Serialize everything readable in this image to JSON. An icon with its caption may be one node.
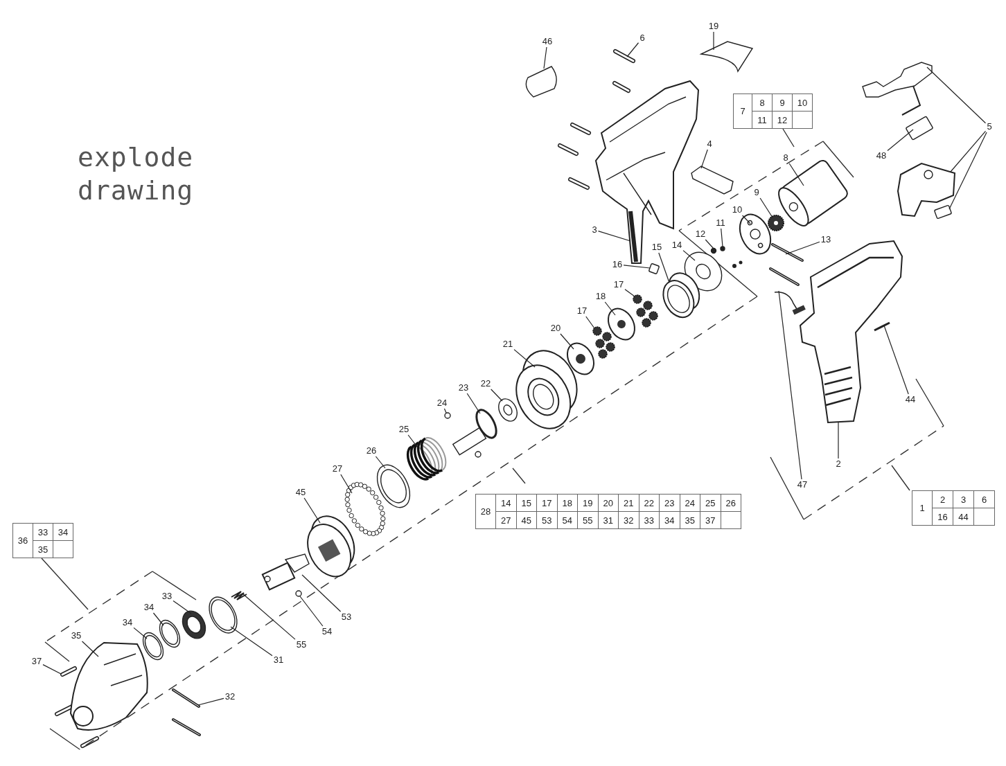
{
  "diagram": {
    "title": "explode drawing",
    "nodes": [
      {
        "text": [
          "19"
        ]
      },
      {
        "text": [
          "6"
        ]
      },
      {
        "text": [
          "46"
        ]
      },
      {
        "text": [
          "5"
        ]
      },
      {
        "text": [
          "4"
        ]
      },
      {
        "text": [
          "48"
        ]
      },
      {
        "text": [
          "8"
        ]
      },
      {
        "text": [
          "9"
        ]
      },
      {
        "text": [
          "10"
        ]
      },
      {
        "text": [
          "11"
        ]
      },
      {
        "text": [
          "3"
        ]
      },
      {
        "text": [
          "12"
        ]
      },
      {
        "text": [
          "13"
        ]
      },
      {
        "text": [
          "14"
        ]
      },
      {
        "text": [
          "15"
        ]
      },
      {
        "text": [
          "16"
        ]
      },
      {
        "text": [
          "17"
        ]
      },
      {
        "text": [
          "18"
        ]
      },
      {
        "text": [
          "17"
        ]
      },
      {
        "text": [
          "20"
        ]
      },
      {
        "text": [
          "21"
        ]
      },
      {
        "text": [
          "22"
        ]
      },
      {
        "text": [
          "23"
        ]
      },
      {
        "text": [
          "24"
        ]
      },
      {
        "text": [
          "44"
        ]
      },
      {
        "text": [
          "25"
        ]
      },
      {
        "text": [
          "26"
        ]
      },
      {
        "text": [
          "2"
        ]
      },
      {
        "text": [
          "27"
        ]
      },
      {
        "text": [
          "47"
        ]
      },
      {
        "text": [
          "45"
        ]
      },
      {
        "text": [
          "33"
        ]
      },
      {
        "text": [
          "34"
        ]
      },
      {
        "text": [
          "53"
        ]
      },
      {
        "text": [
          "34"
        ]
      },
      {
        "text": [
          "54"
        ]
      },
      {
        "text": [
          "35"
        ]
      },
      {
        "text": [
          "55"
        ]
      },
      {
        "text": [
          "31"
        ]
      },
      {
        "text": [
          "37"
        ]
      },
      {
        "text": [
          "32"
        ]
      },
      {
        "text": [],
        "shape": "picture"
      },
      {
        "text": [],
        "shape": "picture"
      },
      {
        "text": [],
        "shape": "picture"
      },
      {
        "text": [],
        "shape": "picture"
      },
      {
        "text": [],
        "shape": "picture"
      },
      {
        "text": [],
        "shape": "box"
      },
      {
        "text": [],
        "shape": "picture"
      },
      {
        "text": [],
        "shape": "picture"
      },
      {
        "text": [],
        "shape": "picture"
      },
      {
        "text": [],
        "shape": "box"
      },
      {
        "text": [],
        "shape": "picture"
      },
      {
        "text": [],
        "shape": "picture"
      },
      {
        "text": [],
        "shape": "picture"
      },
      {
        "text": [],
        "shape": "circle"
      },
      {
        "text": [],
        "shape": "circle"
      },
      {
        "text": [],
        "shape": "picture"
      },
      {
        "text": [],
        "shape": "box"
      },
      {
        "text": [],
        "shape": "picture"
      },
      {
        "text": [],
        "shape": "picture"
      },
      {
        "text": [],
        "shape": "picture"
      },
      {
        "text": [],
        "shape": "picture"
      },
      {
        "text": [],
        "shape": "picture"
      },
      {
        "text": [],
        "shape": "picture"
      },
      {
        "text": [],
        "shape": "picture"
      },
      {
        "text": [],
        "shape": "picture"
      },
      {
        "text": [],
        "shape": "picture"
      },
      {
        "text": [],
        "shape": "picture"
      },
      {
        "text": [],
        "shape": "picture"
      },
      {
        "text": [],
        "shape": "circle"
      },
      {
        "text": [],
        "shape": "picture"
      },
      {
        "text": [],
        "shape": "picture"
      },
      {
        "text": [],
        "shape": "picture"
      },
      {
        "text": [],
        "shape": "picture"
      },
      {
        "text": [],
        "shape": "picture"
      },
      {
        "text": [],
        "shape": "circle"
      },
      {
        "text": [],
        "shape": "picture"
      },
      {
        "text": [],
        "shape": "picture"
      },
      {
        "text": [],
        "shape": "picture"
      },
      {
        "text": [],
        "shape": "picture"
      },
      {
        "text": [],
        "shape": "picture"
      },
      {
        "text": [],
        "shape": "picture"
      },
      {
        "text": [],
        "shape": "picture"
      },
      {
        "text": [],
        "shape": "picture"
      }
    ],
    "edges": [
      {
        "from": 0,
        "to": 41,
        "arrow": "none"
      },
      {
        "from": 1,
        "to": 42,
        "arrow": "none"
      },
      {
        "from": 2,
        "to": 44,
        "arrow": "none"
      },
      {
        "from": 3,
        "to": 43,
        "arrow": "none"
      },
      {
        "from": 3,
        "to": 48,
        "arrow": "none"
      },
      {
        "from": 3,
        "to": 50,
        "arrow": "none"
      },
      {
        "from": 4,
        "to": 47,
        "arrow": "none"
      },
      {
        "from": 5,
        "to": 46,
        "arrow": "none"
      },
      {
        "from": 6,
        "to": 49,
        "arrow": "none"
      },
      {
        "from": 7,
        "to": 52,
        "arrow": "none"
      },
      {
        "from": 8,
        "to": 51,
        "arrow": "none"
      },
      {
        "from": 9,
        "to": 54,
        "arrow": "none"
      },
      {
        "from": 10,
        "to": 45,
        "arrow": "none"
      },
      {
        "from": 11,
        "to": 55,
        "arrow": "none"
      },
      {
        "from": 12,
        "to": 53,
        "arrow": "none"
      },
      {
        "from": 13,
        "to": 56,
        "arrow": "none"
      },
      {
        "from": 14,
        "to": 58,
        "arrow": "none"
      },
      {
        "from": 15,
        "to": 57,
        "arrow": "none"
      },
      {
        "from": 16,
        "to": 61,
        "arrow": "none"
      },
      {
        "from": 17,
        "to": 62,
        "arrow": "none"
      },
      {
        "from": 18,
        "to": 64,
        "arrow": "none"
      },
      {
        "from": 19,
        "to": 65,
        "arrow": "none"
      },
      {
        "from": 20,
        "to": 66,
        "arrow": "none"
      },
      {
        "from": 21,
        "to": 67,
        "arrow": "none"
      },
      {
        "from": 22,
        "to": 68,
        "arrow": "none"
      },
      {
        "from": 23,
        "to": 69,
        "arrow": "none"
      },
      {
        "from": 24,
        "to": 63,
        "arrow": "none"
      },
      {
        "from": 25,
        "to": 70,
        "arrow": "none"
      },
      {
        "from": 26,
        "to": 71,
        "arrow": "none"
      },
      {
        "from": 27,
        "to": 60,
        "arrow": "none"
      },
      {
        "from": 28,
        "to": 72,
        "arrow": "none"
      },
      {
        "from": 29,
        "to": 59,
        "arrow": "none"
      },
      {
        "from": 30,
        "to": 73,
        "arrow": "none"
      },
      {
        "from": 31,
        "to": 78,
        "arrow": "none"
      },
      {
        "from": 32,
        "to": 79,
        "arrow": "none"
      },
      {
        "from": 33,
        "to": 74,
        "arrow": "none"
      },
      {
        "from": 34,
        "to": 80,
        "arrow": "none"
      },
      {
        "from": 35,
        "to": 75,
        "arrow": "none"
      },
      {
        "from": 36,
        "to": 81,
        "arrow": "none"
      },
      {
        "from": 37,
        "to": 76,
        "arrow": "none"
      },
      {
        "from": 38,
        "to": 77,
        "arrow": "none"
      },
      {
        "from": 39,
        "to": 82,
        "arrow": "none"
      },
      {
        "from": 40,
        "to": 83,
        "arrow": "none"
      }
    ],
    "labels": [
      "7",
      "8",
      "9",
      "10",
      "11",
      "12",
      "28",
      "14",
      "15",
      "17",
      "18",
      "19",
      "20",
      "21",
      "22",
      "23",
      "24",
      "25",
      "26",
      "27",
      "45",
      "53",
      "54",
      "55",
      "31",
      "32",
      "33",
      "34",
      "35",
      "37",
      "1",
      "2",
      "3",
      "6",
      "16",
      "44",
      "36",
      "33",
      "34",
      "35"
    ]
  }
}
